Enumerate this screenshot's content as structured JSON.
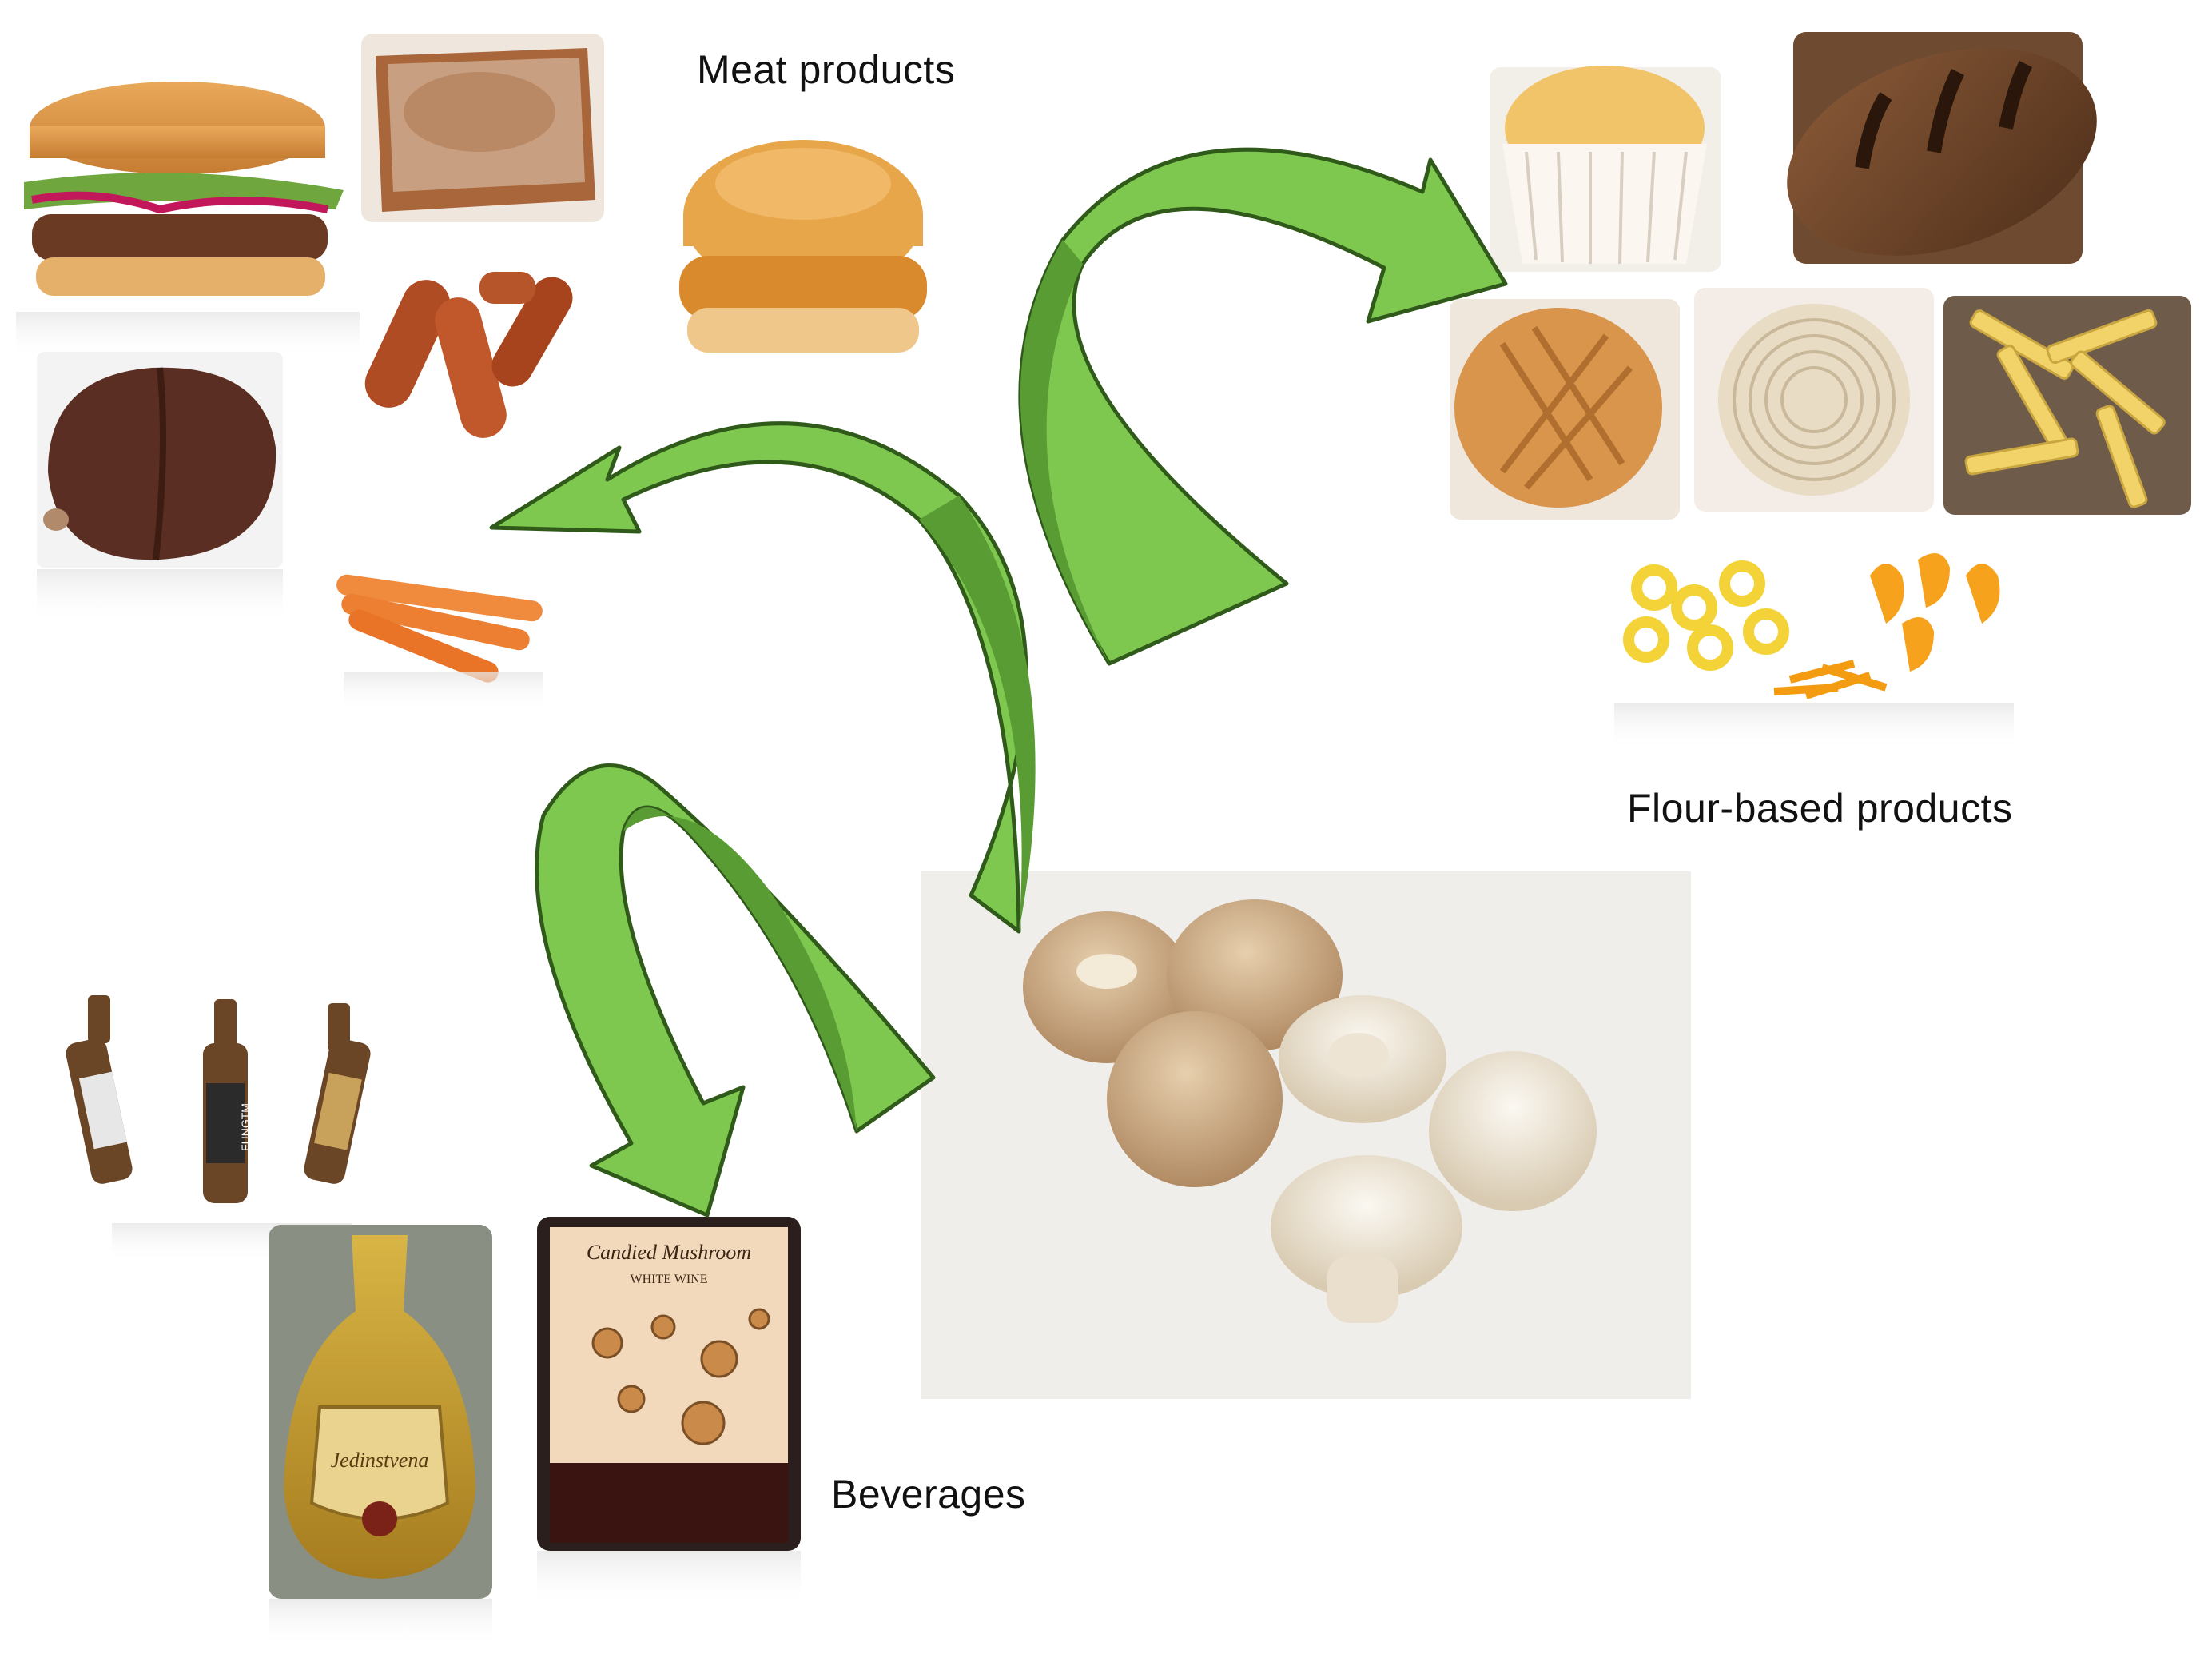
{
  "labels": {
    "meat": "Meat products",
    "flour": "Flour-based products",
    "beverages": "Beverages"
  },
  "beverage_text": {
    "beer_brand": "FUNGTM",
    "wine_title": "Candied Mushroom",
    "wine_subtitle": "WHITE WINE",
    "liqueur_name": "Jedinstvena"
  },
  "colors": {
    "arrow_fill": "#7ec850",
    "arrow_shadow": "#5a9c34",
    "arrow_stroke": "#2f5a1a",
    "text": "#111111"
  },
  "icons": {
    "center": "mushrooms-photo",
    "meat": [
      "burger-photo",
      "pate-toast-photo",
      "sausages-photo",
      "blood-sausage-photo",
      "chicken-burger-photo",
      "hot-dogs-photo"
    ],
    "flour": [
      "muffin-photo",
      "bread-loaf-photo",
      "cookies-photo",
      "noodles-photo",
      "penne-pasta-photo",
      "snack-pasta-photo"
    ],
    "beverages": [
      "beer-bottles-photo",
      "liqueur-bottle-photo",
      "wine-bottle-photo"
    ]
  }
}
